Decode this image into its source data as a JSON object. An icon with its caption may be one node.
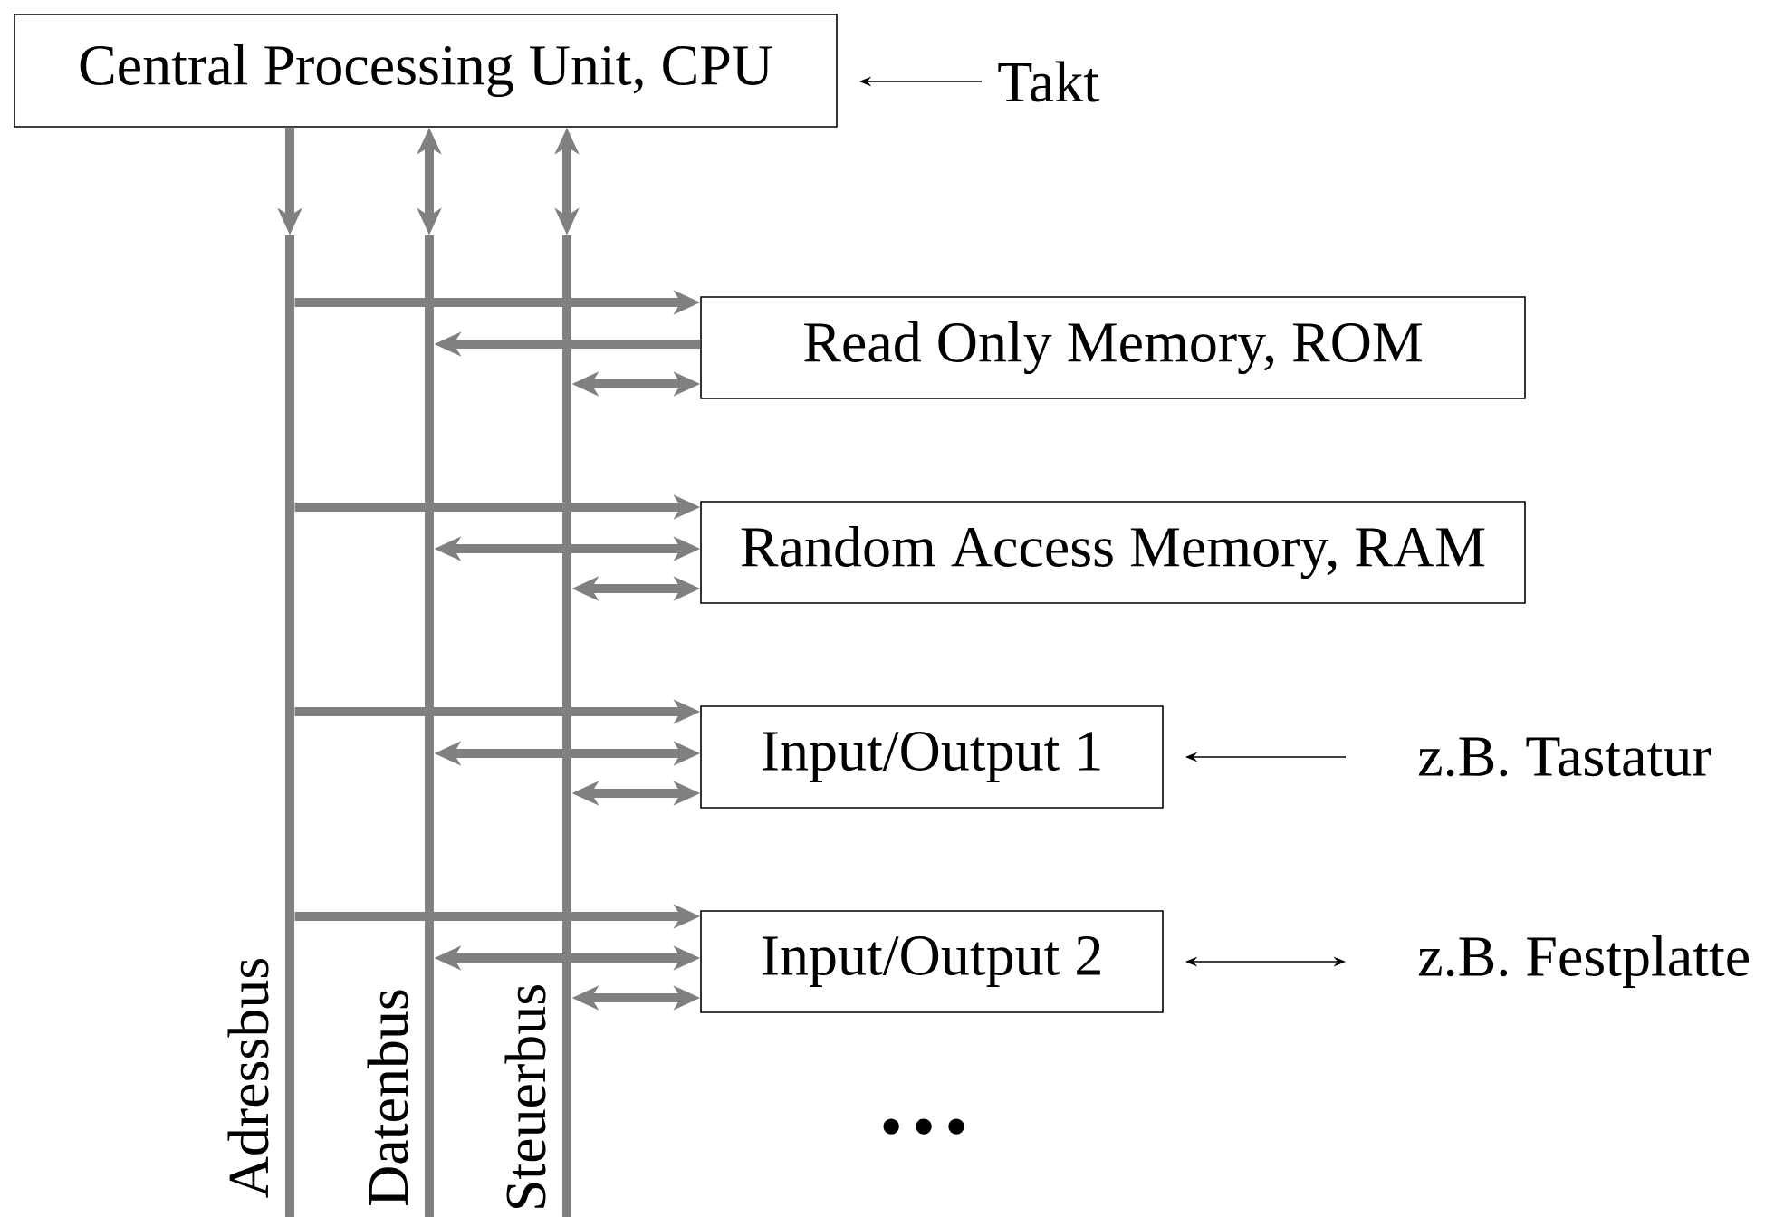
{
  "diagram": {
    "nodes": [
      {
        "text": [
          "Central Processing Unit, CPU"
        ]
      },
      {
        "text": [
          "Read Only Memory, ROM"
        ]
      },
      {
        "text": [
          "Random Access Memory, RAM"
        ]
      },
      {
        "text": [
          "Input/Output 1"
        ]
      },
      {
        "text": [
          "Input/Output 2"
        ]
      },
      {
        "text": [
          "Takt"
        ]
      },
      {
        "text": [
          "z.B. Tastatur"
        ]
      },
      {
        "text": [
          "z.B. Festplatte"
        ]
      },
      {
        "text": [],
        "shape": "bar",
        "beside": [
          "Adressbus"
        ]
      },
      {
        "text": [],
        "shape": "bar",
        "beside": [
          "Datenbus"
        ]
      },
      {
        "text": [],
        "shape": "bar",
        "beside": [
          "Steuerbus"
        ]
      }
    ],
    "edges": [
      {
        "from": 5,
        "to": 0,
        "arrow": "to",
        "color": "#000000"
      },
      {
        "from": 0,
        "to": 8,
        "arrow": "to"
      },
      {
        "from": 0,
        "to": 9,
        "arrow": "both"
      },
      {
        "from": 0,
        "to": 10,
        "arrow": "both"
      },
      {
        "from": 8,
        "to": 1,
        "arrow": "to"
      },
      {
        "from": 1,
        "to": 9,
        "arrow": "to"
      },
      {
        "from": 10,
        "to": 1,
        "arrow": "both"
      },
      {
        "from": 8,
        "to": 2,
        "arrow": "to"
      },
      {
        "from": 9,
        "to": 2,
        "arrow": "both"
      },
      {
        "from": 10,
        "to": 2,
        "arrow": "both"
      },
      {
        "from": 8,
        "to": 3,
        "arrow": "to"
      },
      {
        "from": 9,
        "to": 3,
        "arrow": "both"
      },
      {
        "from": 10,
        "to": 3,
        "arrow": "both"
      },
      {
        "from": 8,
        "to": 4,
        "arrow": "to"
      },
      {
        "from": 9,
        "to": 4,
        "arrow": "both"
      },
      {
        "from": 10,
        "to": 4,
        "arrow": "both"
      },
      {
        "from": 6,
        "to": 3,
        "arrow": "to",
        "color": "#000000"
      },
      {
        "from": 4,
        "to": 7,
        "arrow": "both",
        "color": "#000000"
      }
    ],
    "labels": [
      "…"
    ]
  }
}
